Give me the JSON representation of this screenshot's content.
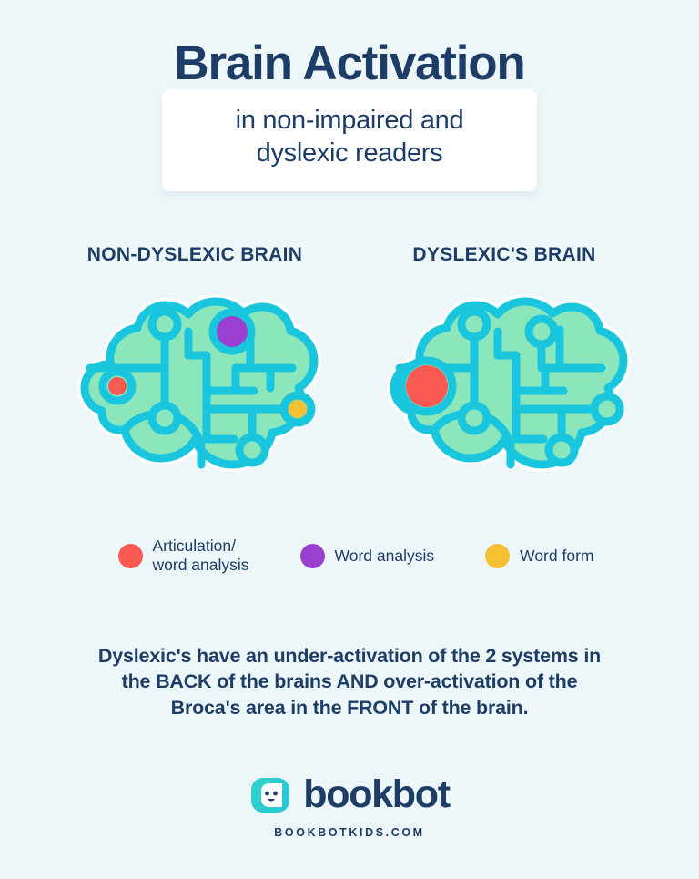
{
  "header": {
    "title": "Brain Activation",
    "subtitle_line1": "in non-impaired and",
    "subtitle_line2": "dyslexic readers"
  },
  "brains": {
    "left": {
      "heading": "NON-DYSLEXIC BRAIN",
      "active_nodes": [
        {
          "name": "articulation-node",
          "color": "#FB5A54"
        },
        {
          "name": "word-analysis-node",
          "color": "#9B3FD0"
        },
        {
          "name": "word-form-node",
          "color": "#F5C033"
        }
      ]
    },
    "right": {
      "heading": "DYSLEXIC'S BRAIN",
      "active_nodes": [
        {
          "name": "articulation-node",
          "color": "#FB5A54"
        }
      ]
    }
  },
  "legend": {
    "items": [
      {
        "color": "#FB5A54",
        "label": "Articulation/\nword analysis"
      },
      {
        "color": "#9B3FD0",
        "label": "Word analysis"
      },
      {
        "color": "#F5C033",
        "label": "Word form"
      }
    ]
  },
  "caption": {
    "line1": "Dyslexic's have an under-activation of the 2 systems in",
    "line2": "the BACK of the brains AND over-activation of the",
    "line3": "Broca's area in the FRONT of the brain."
  },
  "footer": {
    "brand": "bookbot",
    "url": "BOOKBOTKIDS.COM"
  },
  "colors": {
    "background": "#EDF7FA",
    "navy": "#1E3D66",
    "cyan": "#19C6DE",
    "mint": "#8CE6BC",
    "card": "#FFFFFF",
    "red": "#FB5A54",
    "purple": "#9B3FD0",
    "yellow": "#F5C033",
    "logo_teal": "#3FD0C0"
  }
}
